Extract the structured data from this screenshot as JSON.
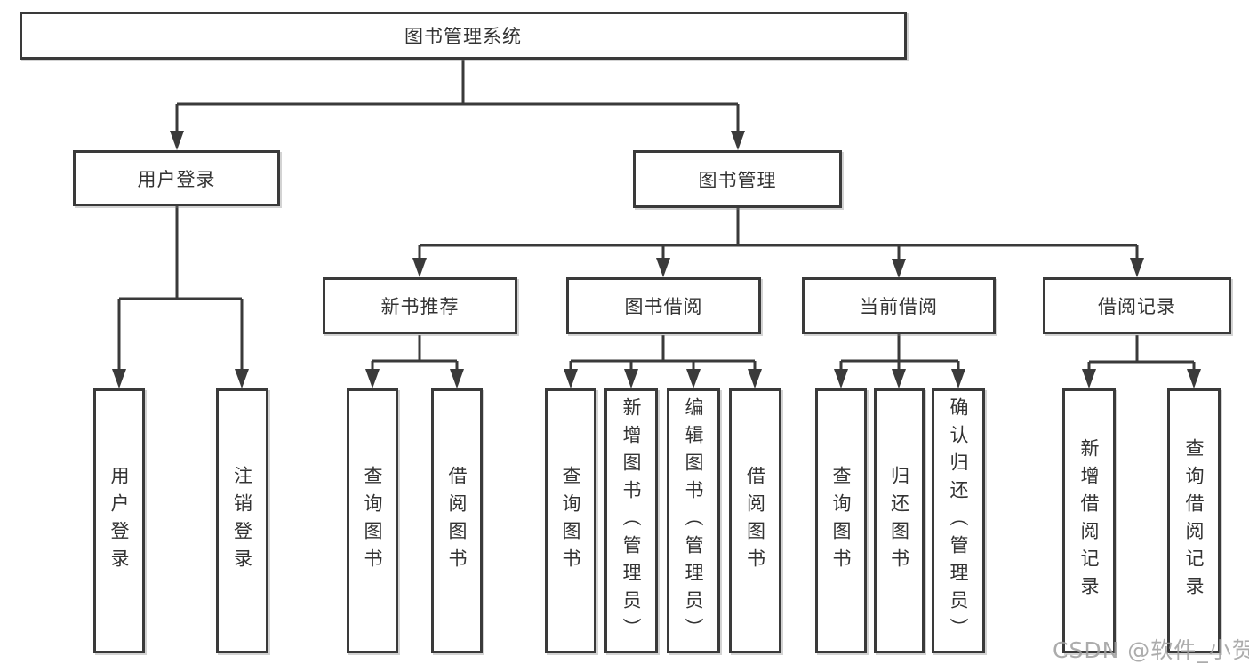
{
  "diagram_type": "hierarchy-tree",
  "colors": {
    "background": "#ffffff",
    "line": "#3a3a3a",
    "box_border": "#3a3a3a",
    "box_fill": "#ffffff",
    "text": "#333333",
    "watermark": "#9e9e9e"
  },
  "watermark": "CSDN @软件_小贺同学",
  "tree": {
    "label": "图书管理系统",
    "children": [
      {
        "label": "用户登录",
        "children": [
          {
            "label": "用户登录"
          },
          {
            "label": "注销登录"
          }
        ]
      },
      {
        "label": "图书管理",
        "children": [
          {
            "label": "新书推荐",
            "children": [
              {
                "label": "查询图书"
              },
              {
                "label": "借阅图书"
              }
            ]
          },
          {
            "label": "图书借阅",
            "children": [
              {
                "label": "查询图书"
              },
              {
                "label": "新增图书（管理员）"
              },
              {
                "label": "编辑图书（管理员）"
              },
              {
                "label": "借阅图书"
              }
            ]
          },
          {
            "label": "当前借阅",
            "children": [
              {
                "label": "查询图书"
              },
              {
                "label": "归还图书"
              },
              {
                "label": "确认归还（管理员）"
              }
            ]
          },
          {
            "label": "借阅记录",
            "children": [
              {
                "label": "新增借阅记录"
              },
              {
                "label": "查询借阅记录"
              }
            ]
          }
        ]
      }
    ]
  }
}
